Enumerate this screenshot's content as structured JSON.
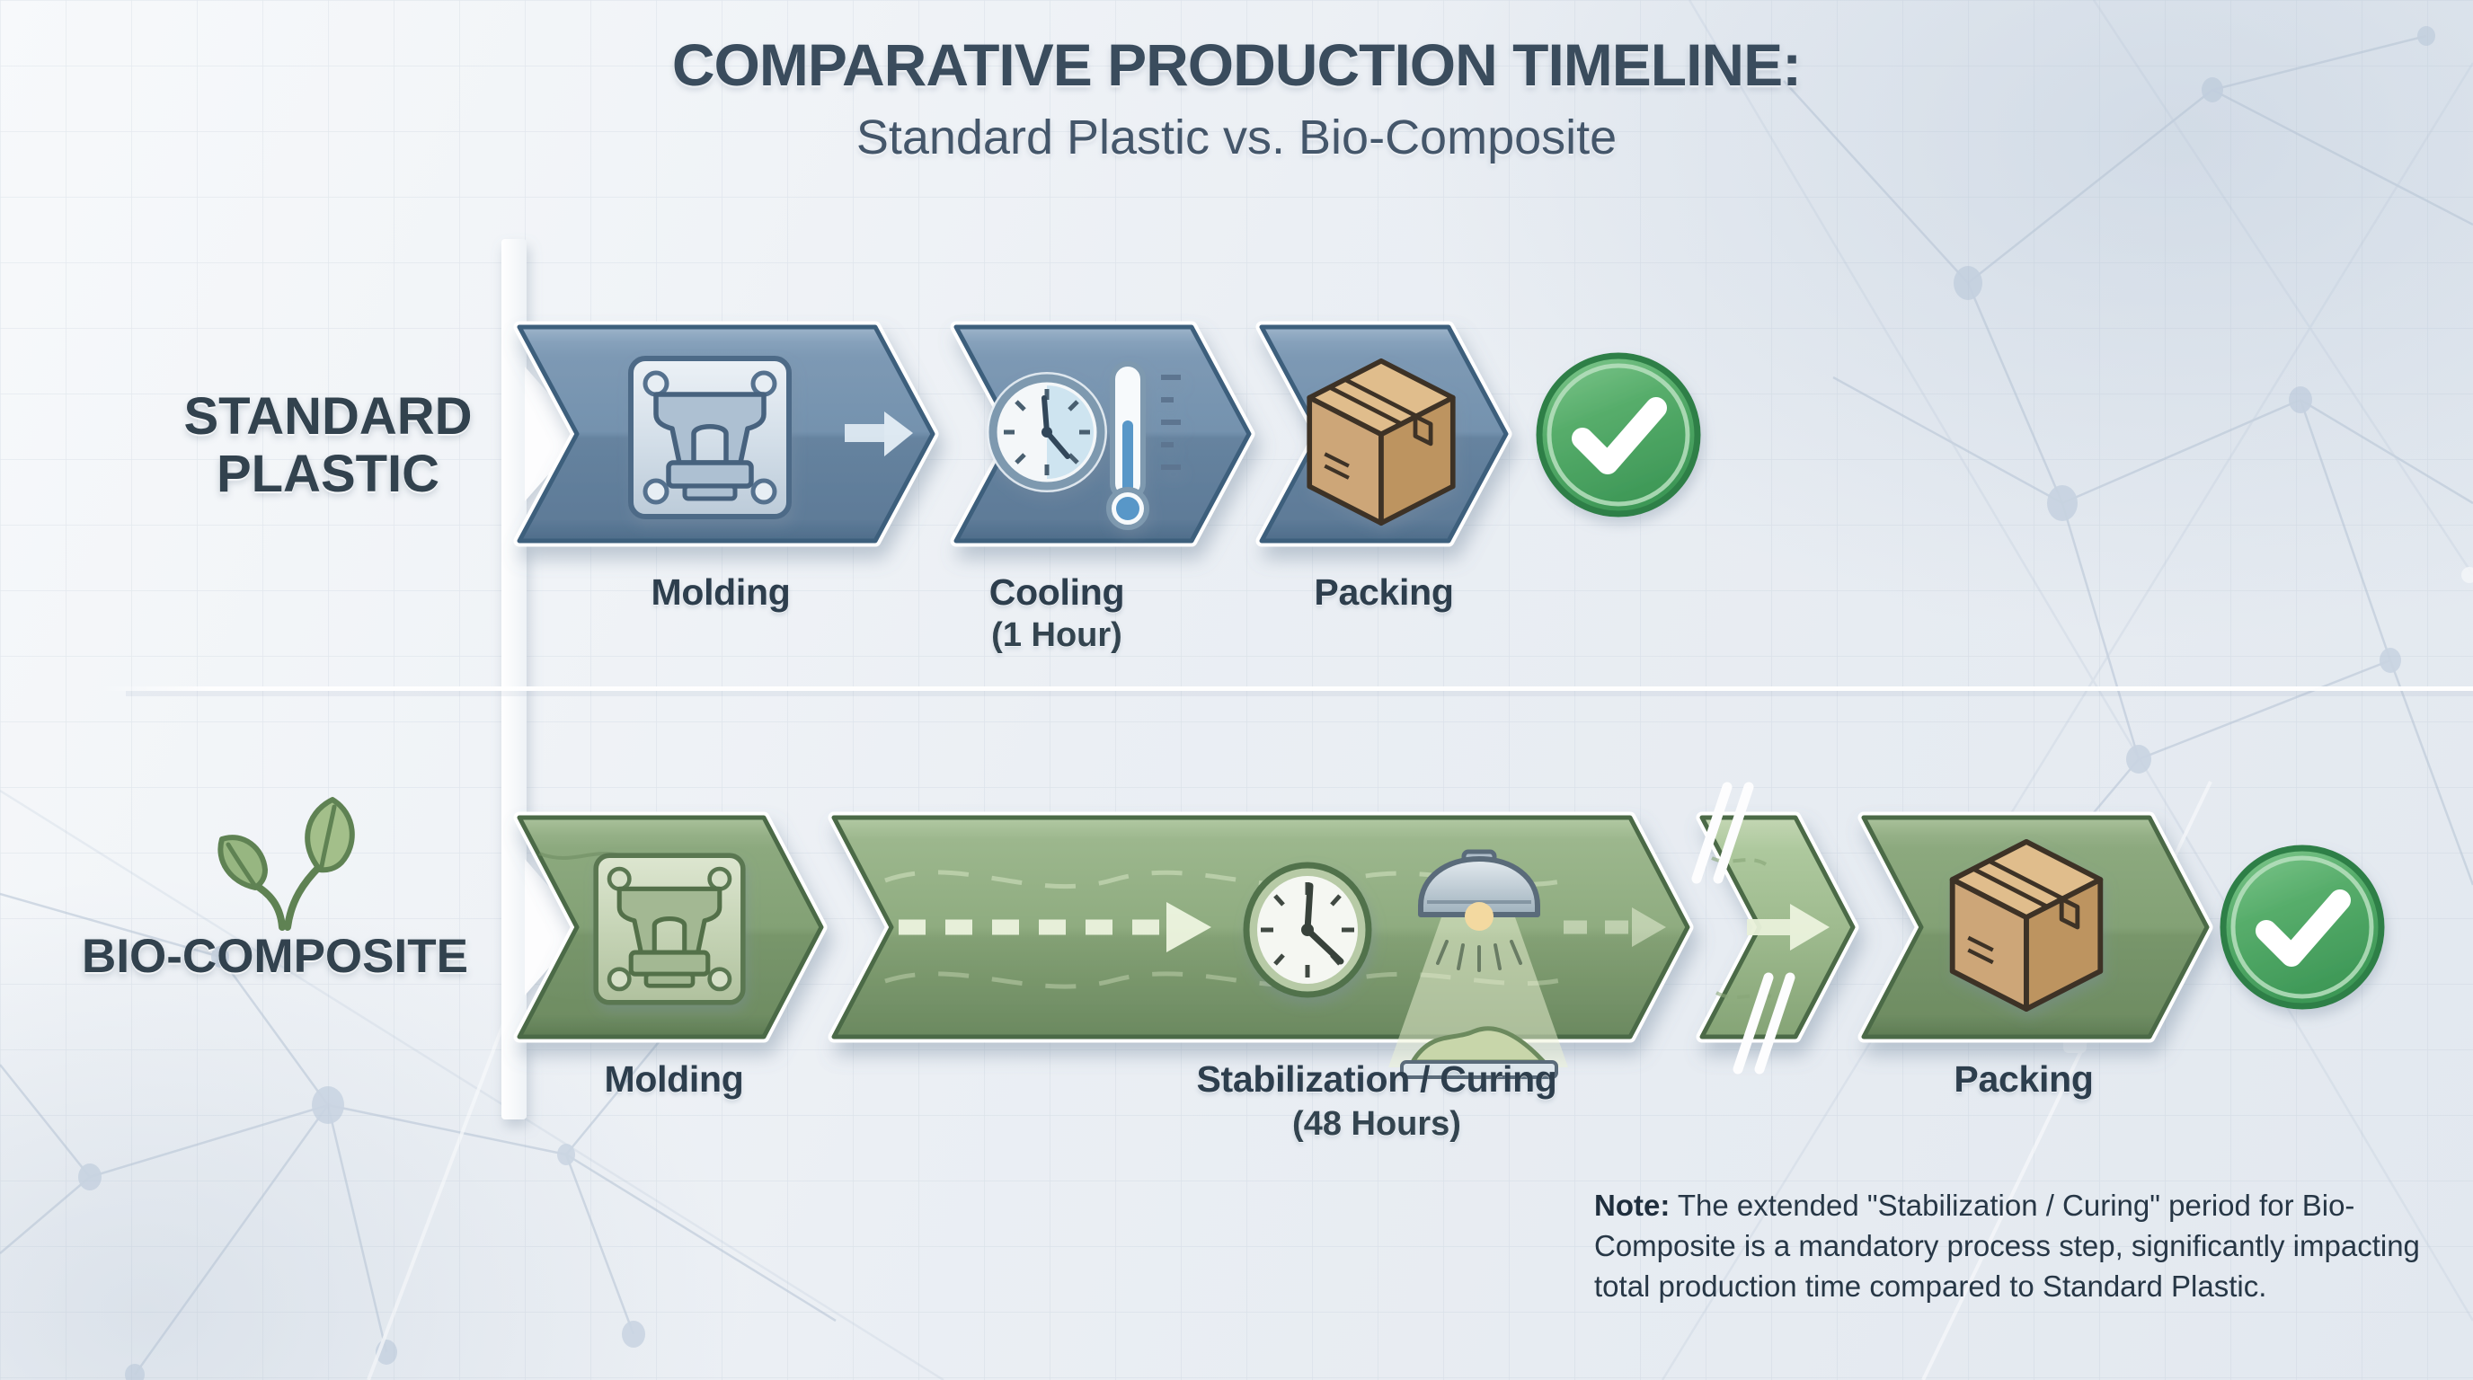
{
  "header": {
    "title": "COMPARATIVE PRODUCTION TIMELINE:",
    "subtitle": "Standard Plastic vs. Bio-Composite"
  },
  "rows": [
    {
      "label": "STANDARD PLASTIC",
      "steps": [
        {
          "name": "Molding",
          "duration": ""
        },
        {
          "name": "Cooling",
          "duration": "(1 Hour)"
        },
        {
          "name": "Packing",
          "duration": ""
        }
      ],
      "status_icon": "green-checkmark"
    },
    {
      "label": "BIO-COMPOSITE",
      "steps": [
        {
          "name": "Molding",
          "duration": ""
        },
        {
          "name": "Stabilization / Curing",
          "duration": "(48 Hours)"
        },
        {
          "name": "Packing",
          "duration": ""
        }
      ],
      "status_icon": "green-checkmark"
    }
  ],
  "note": {
    "label": "Note:",
    "text": " The extended \"Stabilization / Curing\" period for Bio-Composite is a mandatory process step, significantly impacting total production time compared to Standard Plastic."
  },
  "colors": {
    "plastic_arrow": "#6d8ca8",
    "plastic_border": "#3e5e7c",
    "bio_arrow": "#84a175",
    "bio_border": "#4b6a46",
    "check_green": "#46a05e",
    "title_text": "#3a4c5d",
    "label_text": "#32424e",
    "background": "#e9edf2",
    "divider": "#ffffff"
  }
}
